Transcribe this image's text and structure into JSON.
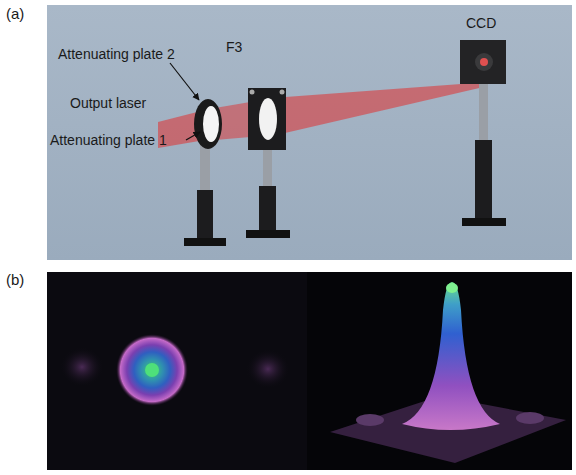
{
  "diagram": {
    "labels": [
      "(a)",
      "Attenuating plate 2",
      "F3",
      "CCD",
      "Output laser",
      "Attenuating plate 1",
      "(b)"
    ]
  }
}
